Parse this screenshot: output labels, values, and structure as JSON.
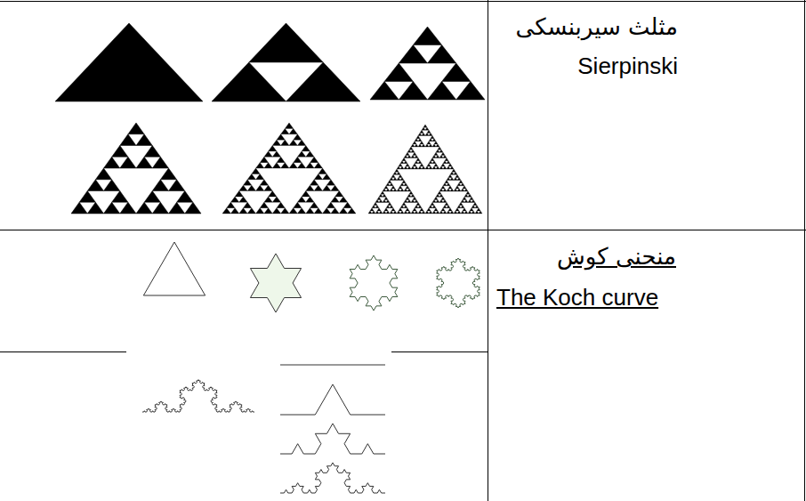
{
  "diagram": {
    "labels": [
      "مثلث سيربنسكى",
      "Sierpinski",
      "منحنى كوش",
      "The Koch curve"
    ]
  }
}
